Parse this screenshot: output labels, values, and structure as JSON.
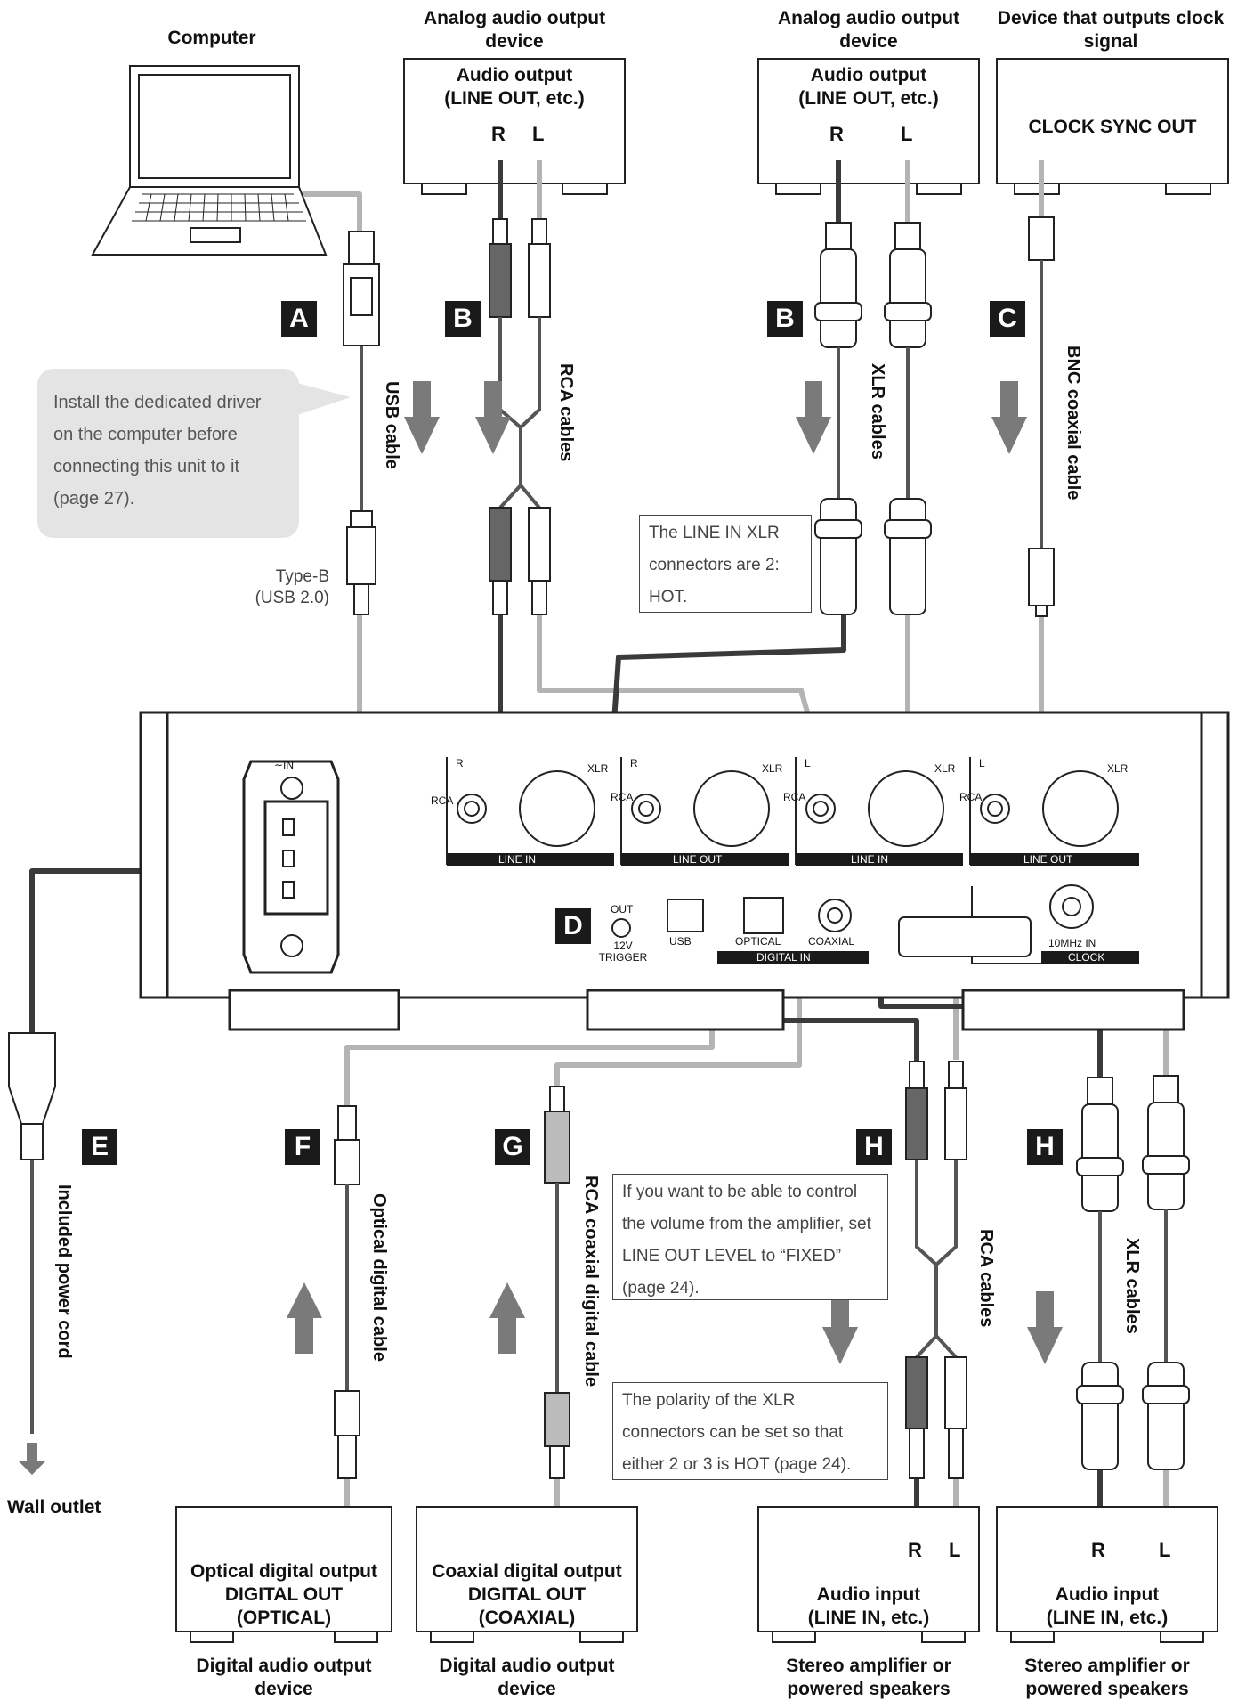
{
  "headers": {
    "computer": "Computer",
    "analog_out_1": "Analog audio output\ndevice",
    "analog_out_2": "Analog audio output\ndevice",
    "clock_device": "Device that outputs clock\nsignal"
  },
  "boxes": {
    "audio_output_1": "Audio output\n(LINE OUT, etc.)",
    "audio_output_2": "Audio output\n(LINE OUT, etc.)",
    "clock_sync_out": "CLOCK SYNC OUT",
    "optical_out": "Optical digital output\nDIGITAL OUT\n(OPTICAL)",
    "coaxial_out": "Coaxial digital output\nDIGITAL OUT\n(COAXIAL)",
    "audio_input_1": "Audio input\n(LINE IN, etc.)",
    "audio_input_2": "Audio input\n(LINE IN, etc.)"
  },
  "footers": {
    "digital_1": "Digital audio output\ndevice",
    "digital_2": "Digital audio output\ndevice",
    "stereo_1": "Stereo amplifier or\npowered speakers",
    "stereo_2": "Stereo amplifier or\npowered speakers",
    "wall_outlet": "Wall outlet"
  },
  "channels": {
    "r": "R",
    "l": "L"
  },
  "badges": {
    "a": "A",
    "b": "B",
    "c": "C",
    "d": "D",
    "e": "E",
    "f": "F",
    "g": "G",
    "h": "H"
  },
  "cables": {
    "usb": "USB cable",
    "rca": "RCA cables",
    "xlr": "XLR cables",
    "bnc": "BNC coaxial cable",
    "power": "Included power cord",
    "optical": "Optical digital cable",
    "rca_coax": "RCA coaxial digital cable"
  },
  "notes": {
    "driver": "Install the dedicated driver on the computer before connecting this unit to it (page 27).",
    "xlr_hot": "The LINE IN XLR connectors are 2: HOT.",
    "fixed": "If you want to be able to control the volume from the amplifier, set LINE OUT LEVEL to “FIXED” (page 24).",
    "polarity": "The polarity of the XLR connectors can be set so that either 2 or 3 is HOT (page 24)."
  },
  "usb_type": "Type-B\n(USB 2.0)",
  "panel": {
    "ac_in": "∼IN",
    "rca": "RCA",
    "xlr": "XLR",
    "line_in": "LINE IN",
    "line_out": "LINE OUT",
    "ch_r": "R",
    "ch_l": "L",
    "trigger_out": "OUT",
    "trigger": "12V\nTRIGGER",
    "usb": "USB",
    "optical": "OPTICAL",
    "coaxial": "COAXIAL",
    "digital_in": "DIGITAL IN",
    "clock_in": "10MHz IN",
    "clock": "CLOCK"
  }
}
